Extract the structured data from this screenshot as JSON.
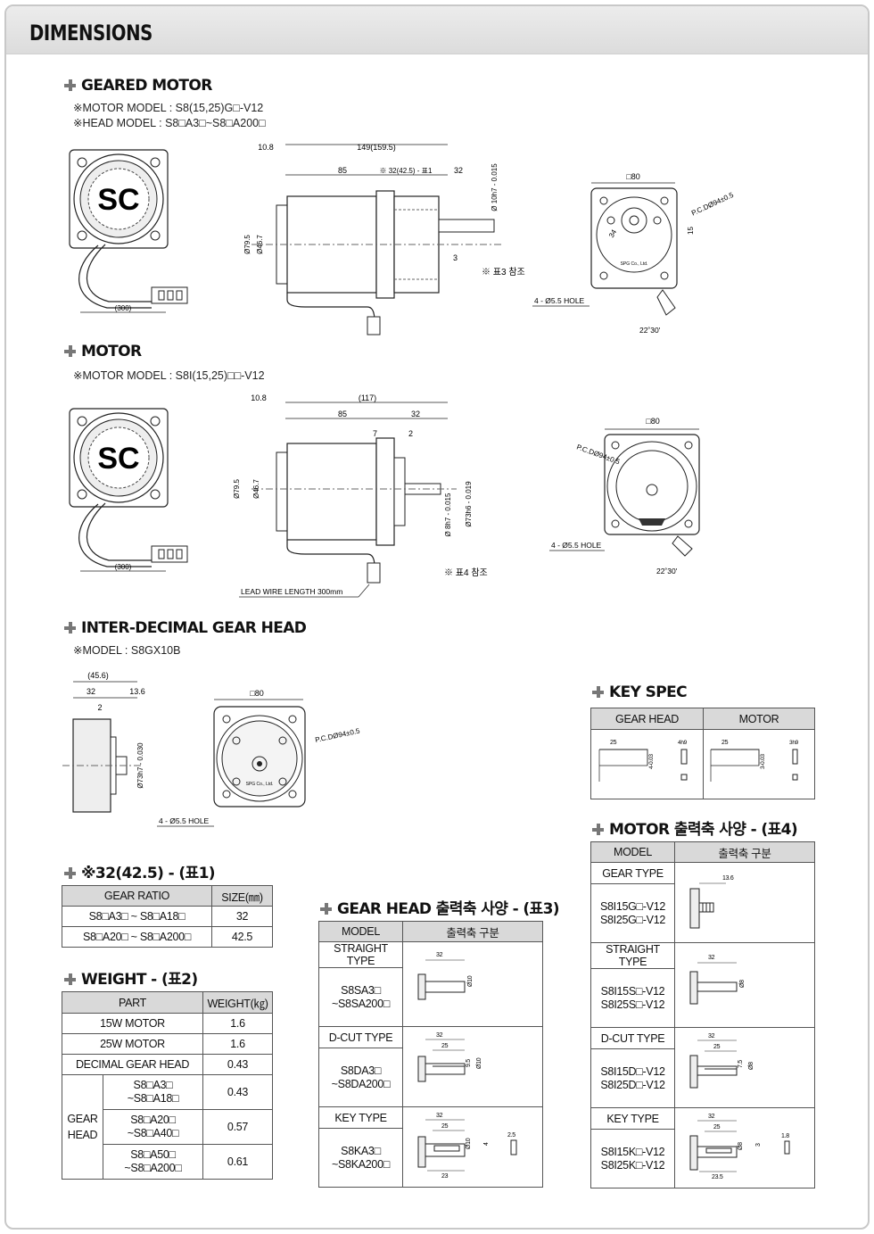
{
  "header": {
    "title": "DIMENSIONS"
  },
  "geared_motor": {
    "title": "GEARED MOTOR",
    "note1": "※MOTOR MODEL : S8(15,25)G□-V12",
    "note2": "※HEAD MODEL : S8□A3□~S8□A200□",
    "dims": {
      "d10_8": "10.8",
      "d149": "149(159.5)",
      "d85": "85",
      "d32_425": "※ 32(42.5) - 표1",
      "d32": "32",
      "d10h7": "Ø 10h7 - 0.015",
      "d79_5": "Ø79.5",
      "d46_7": "Ø46.7",
      "d3": "3",
      "ref3": "※ 표3 참조",
      "cable300": "(300)",
      "sq80": "□80",
      "pcd": "P.C.DØ94±0.5",
      "d34": "34",
      "d15": "15",
      "hole": "4 - Ø5.5 HOLE",
      "angle": "22˚30'",
      "brand": "SPG Co., Ltd."
    }
  },
  "motor": {
    "title": "MOTOR",
    "note1": "※MOTOR MODEL : S8I(15,25)□□-V12",
    "dims": {
      "d10_8": "10.8",
      "d117": "(117)",
      "d85": "85",
      "d32": "32",
      "d7": "7",
      "d2": "2",
      "d79_5": "Ø79.5",
      "d46_7": "Ø46.7",
      "d8h7": "Ø 8h7 - 0.015",
      "d73h6": "Ø73h6 - 0.019",
      "ref4": "※ 표4 참조",
      "cable300": "(300)",
      "leadwire": "LEAD WIRE LENGTH 300mm",
      "sq80": "□80",
      "pcd": "P.C.DØ94±0.5",
      "hole": "4 - Ø5.5 HOLE",
      "angle": "22˚30'"
    }
  },
  "gear_head": {
    "title": "INTER-DECIMAL GEAR HEAD",
    "note1": "※MODEL : S8GX10B",
    "dims": {
      "d45_6": "(45.6)",
      "d32": "32",
      "d13_6": "13.6",
      "d2": "2",
      "d73h7": "Ø73h7 - 0.030",
      "sq80": "□80",
      "pcd": "P.C.DØ94±0.5",
      "hole": "4 - Ø5.5 HOLE",
      "brand": "SPG Co., Ltd."
    }
  },
  "key_spec": {
    "title": "KEY SPEC",
    "headers": [
      "GEAR HEAD",
      "MOTOR"
    ],
    "gh": {
      "len": "25",
      "w": "4-0.03",
      "h": "4h9"
    },
    "mo": {
      "len": "25",
      "w": "3-0.03",
      "h": "3h9"
    }
  },
  "table1": {
    "title": "※32(42.5) - (표1)",
    "headers": [
      "GEAR RATIO",
      "SIZE(㎜)"
    ],
    "rows": [
      [
        "S8□A3□ ~ S8□A18□",
        "32"
      ],
      [
        "S8□A20□ ~ S8□A200□",
        "42.5"
      ]
    ]
  },
  "weight": {
    "title": "WEIGHT - (표2)",
    "headers": [
      "PART",
      "WEIGHT(㎏)"
    ],
    "r1": [
      "15W MOTOR",
      "1.6"
    ],
    "r2": [
      "25W MOTOR",
      "1.6"
    ],
    "r3": [
      "DECIMAL GEAR HEAD",
      "0.43"
    ],
    "group": "GEAR HEAD",
    "g1": [
      "S8□A3□",
      "~S8□A18□",
      "0.43"
    ],
    "g2": [
      "S8□A20□",
      "~S8□A40□",
      "0.57"
    ],
    "g3": [
      "S8□A50□",
      "~S8□A200□",
      "0.61"
    ]
  },
  "table3": {
    "title": "GEAR HEAD 출력축 사양 - (표3)",
    "headers": [
      "MODEL",
      "출력축 구분"
    ],
    "rows": [
      {
        "type": "STRAIGHT TYPE",
        "m1": "S8SA3□",
        "m2": "~S8SA200□"
      },
      {
        "type": "D-CUT TYPE",
        "m1": "S8DA3□",
        "m2": "~S8DA200□"
      },
      {
        "type": "KEY TYPE",
        "m1": "S8KA3□",
        "m2": "~S8KA200□"
      }
    ],
    "dims": {
      "d32": "32",
      "d25": "25",
      "d10": "Ø10",
      "d9_5": "9.5",
      "d23": "23",
      "d4": "4",
      "d2_5": "2.5"
    }
  },
  "table4": {
    "title": "MOTOR 출력축 사양 - (표4)",
    "headers": [
      "MODEL",
      "출력축 구분"
    ],
    "rows": [
      {
        "type": "GEAR TYPE",
        "m1": "S8I15G□-V12",
        "m2": "S8I25G□-V12"
      },
      {
        "type": "STRAIGHT TYPE",
        "m1": "S8I15S□-V12",
        "m2": "S8I25S□-V12"
      },
      {
        "type": "D-CUT TYPE",
        "m1": "S8I15D□-V12",
        "m2": "S8I25D□-V12"
      },
      {
        "type": "KEY TYPE",
        "m1": "S8I15K□-V12",
        "m2": "S8I25K□-V12"
      }
    ],
    "dims": {
      "d13_6": "13.6",
      "d32": "32",
      "d25": "25",
      "d8": "Ø8",
      "d7_5": "7.5",
      "d23_5": "23.5",
      "d3": "3",
      "d1_8": "1.8"
    }
  }
}
